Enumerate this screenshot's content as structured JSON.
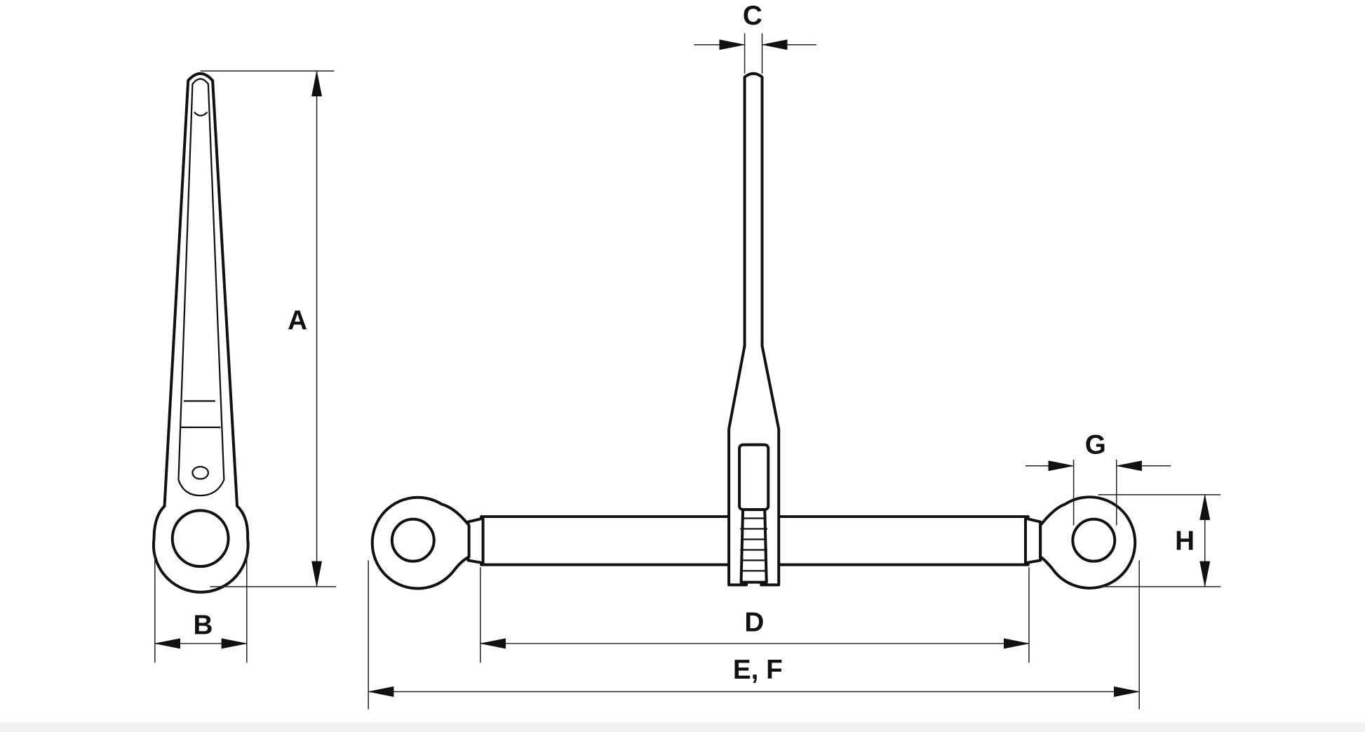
{
  "dimensions": {
    "a": "A",
    "b": "B",
    "c": "C",
    "d": "D",
    "ef": "E, F",
    "g": "G",
    "h": "H"
  }
}
